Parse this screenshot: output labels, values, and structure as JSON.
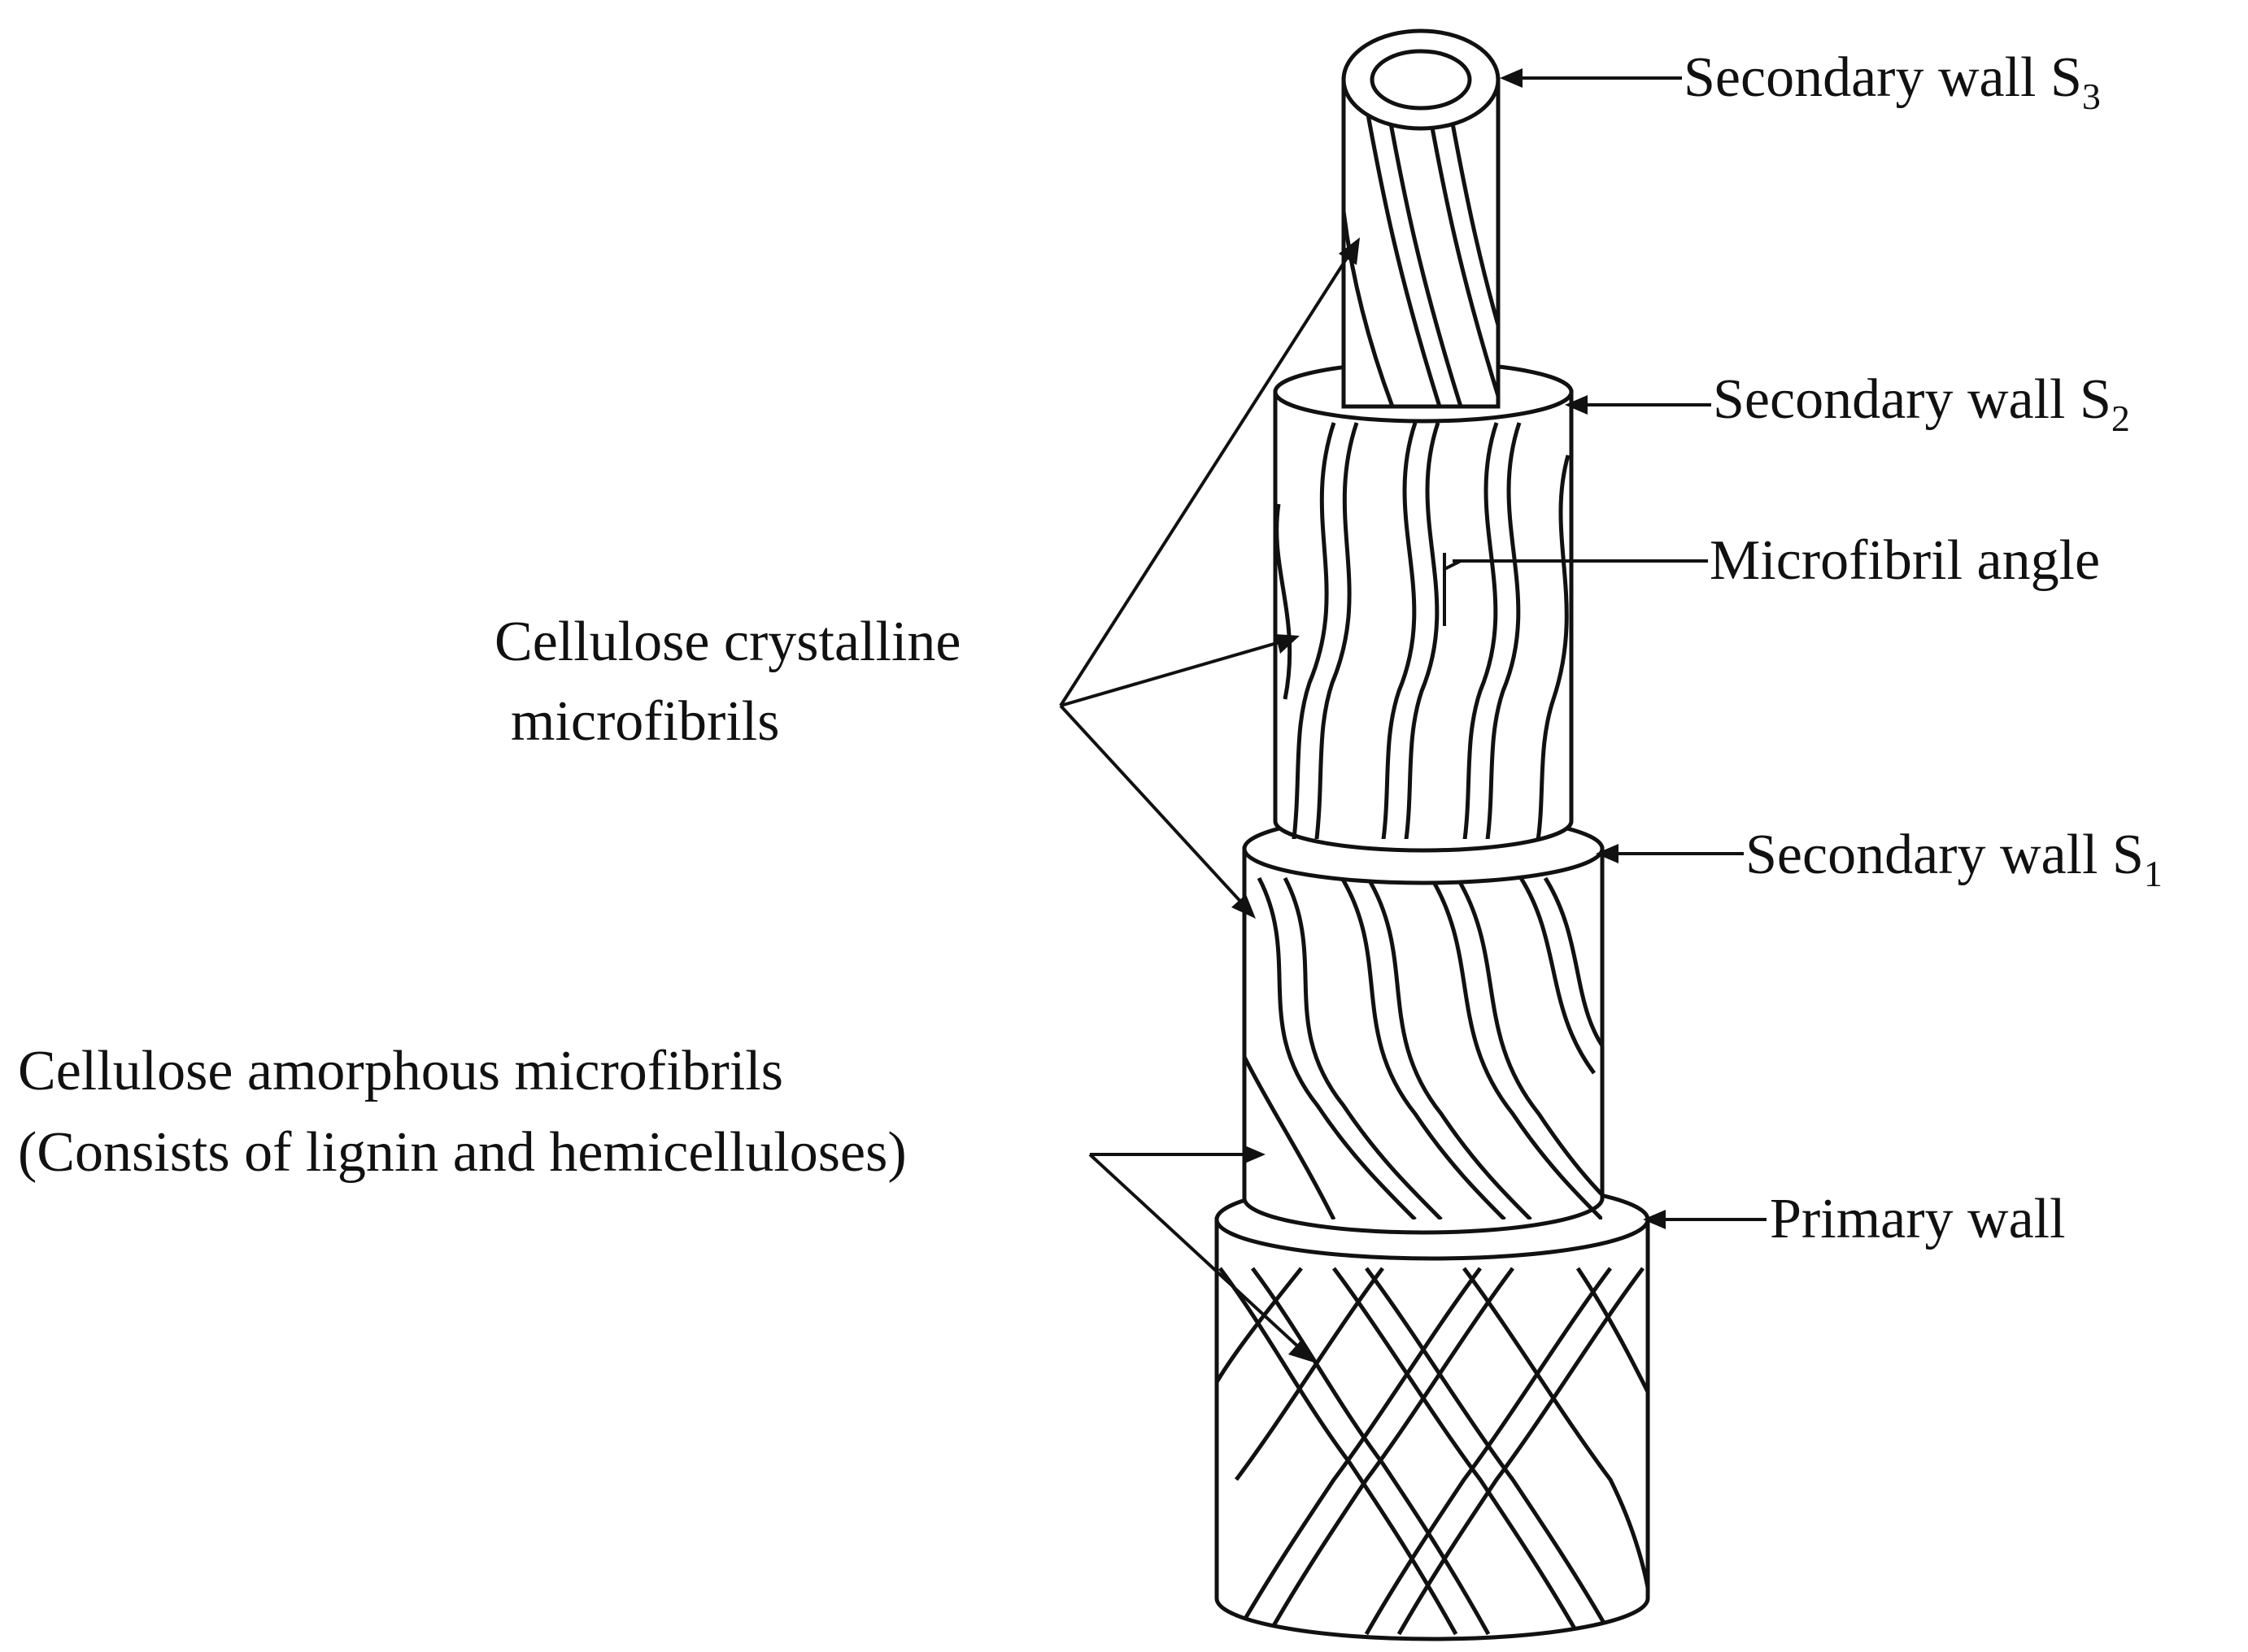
{
  "labels": {
    "s3_main": "Secondary wall S",
    "s3_sub": "3",
    "s2_main": "Secondary wall S",
    "s2_sub": "2",
    "mfa": "Microfibril angle",
    "s1_main": "Secondary wall S",
    "s1_sub": "1",
    "primary": "Primary wall",
    "crystalline_line1": "Cellulose crystalline",
    "crystalline_line2": "microfibrils",
    "amorphous_line1": "Cellulose amorphous microfibrils",
    "amorphous_line2": "(Consists of lignin and hemicelluloses)"
  },
  "colors": {
    "ink": "#111111",
    "background": "#ffffff"
  }
}
